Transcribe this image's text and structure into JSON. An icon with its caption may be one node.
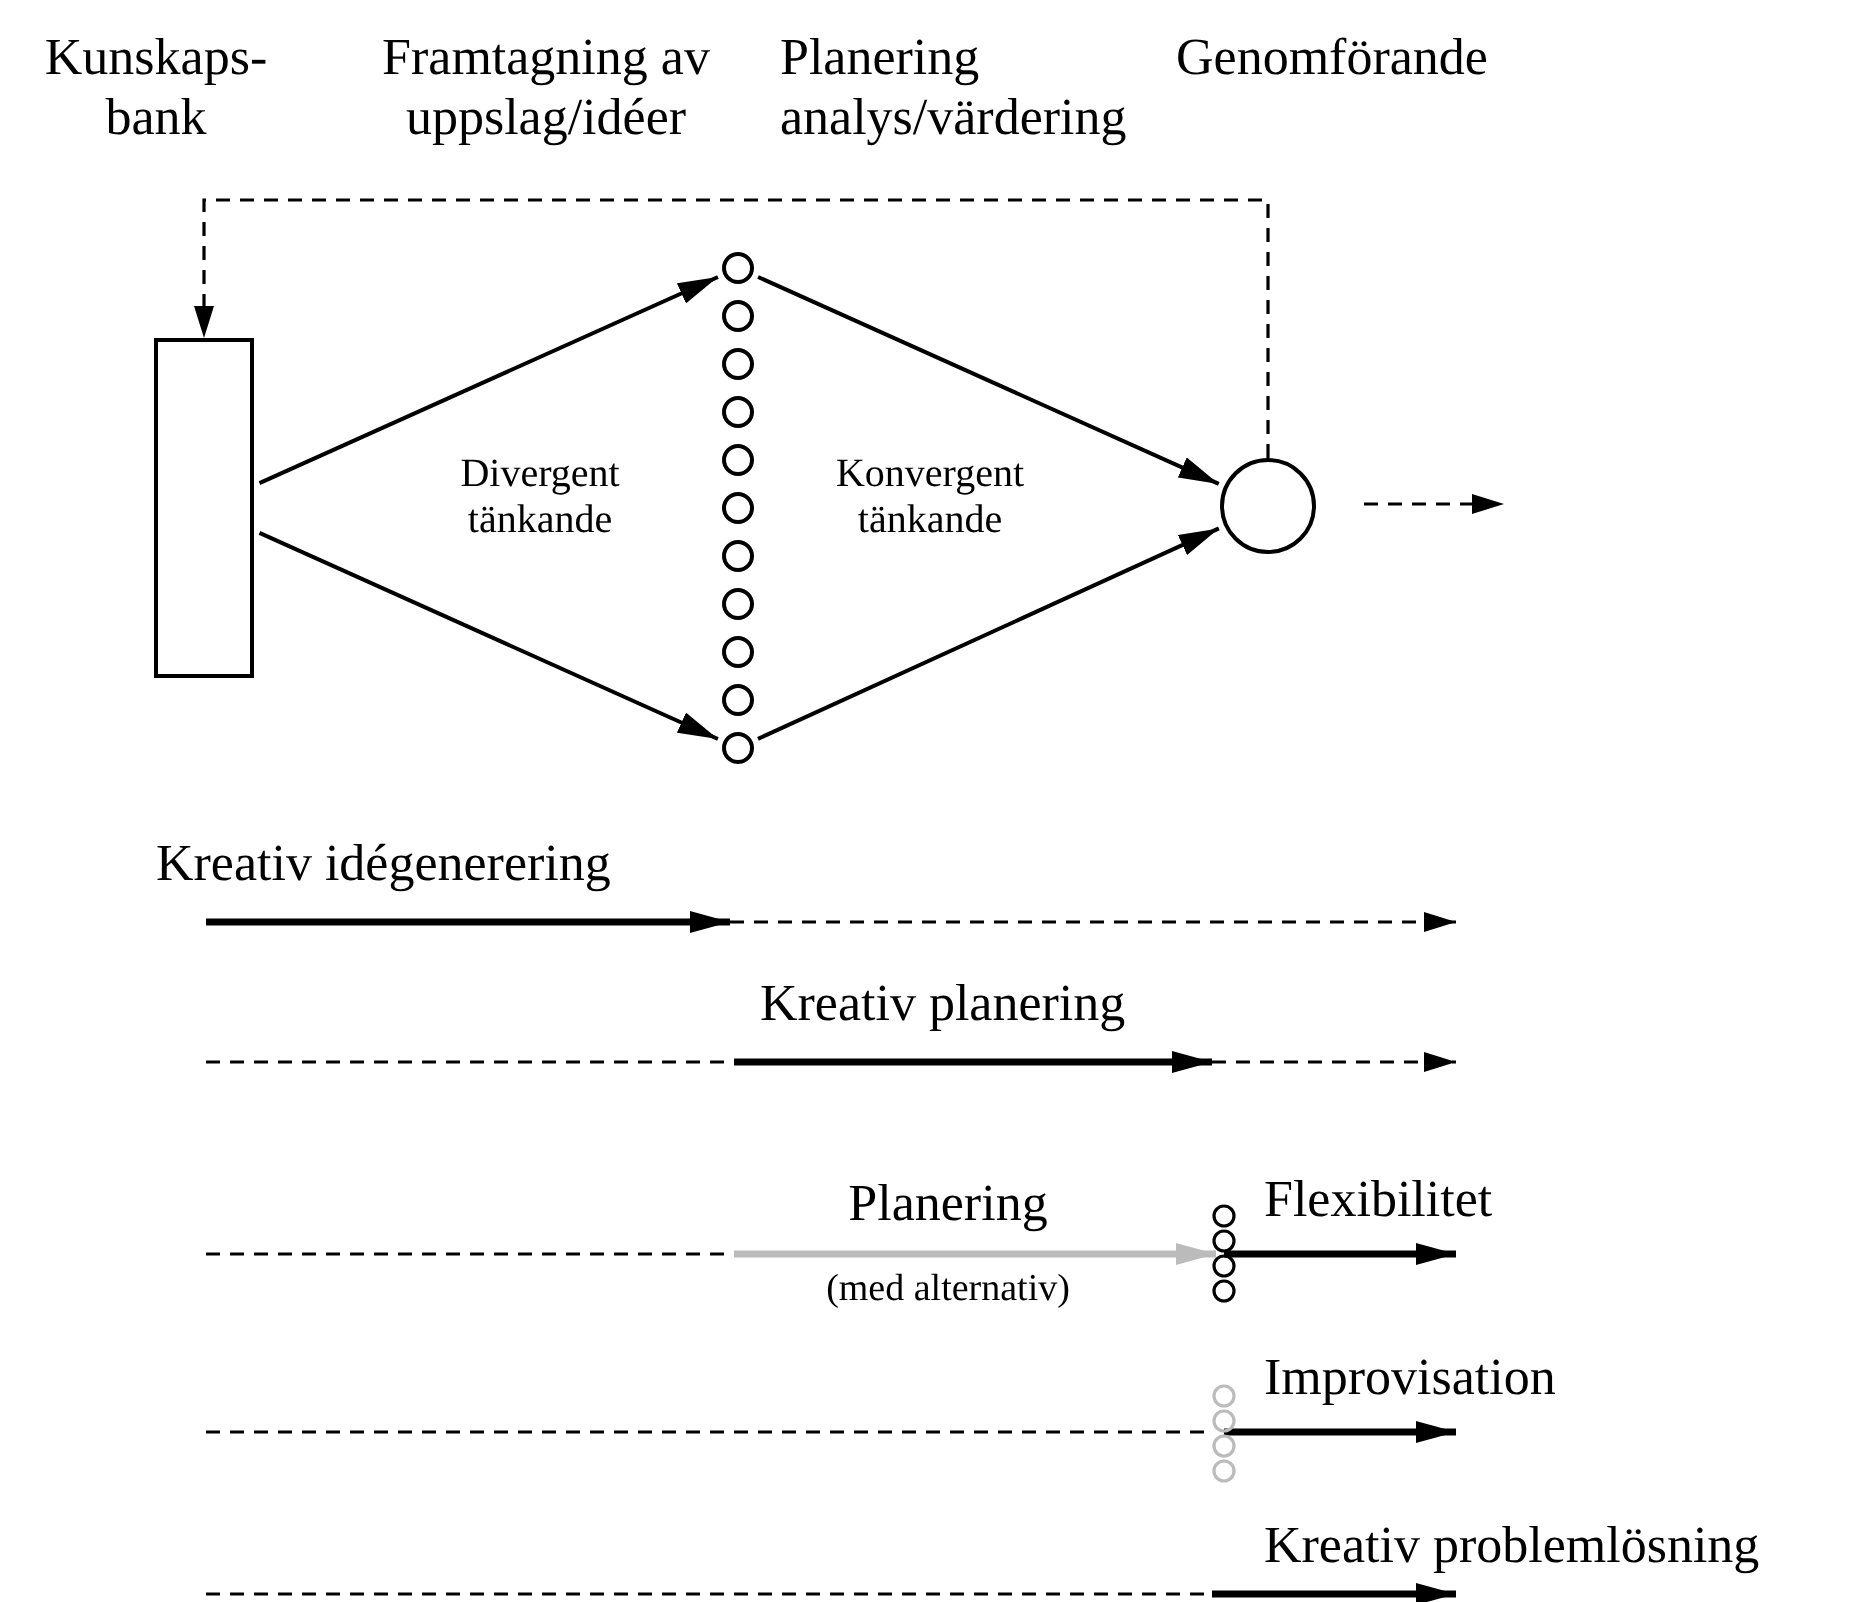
{
  "diagram": {
    "nodes": [
      {
        "text": [],
        "shape": "box"
      },
      {
        "text": [],
        "shape": "circle"
      },
      {
        "text": [],
        "shape": "circle"
      },
      {
        "text": [],
        "shape": "circle"
      },
      {
        "text": [],
        "shape": "circle"
      },
      {
        "text": [],
        "shape": "circle"
      },
      {
        "text": [],
        "shape": "circle"
      },
      {
        "text": [],
        "shape": "circle"
      },
      {
        "text": [],
        "shape": "circle"
      },
      {
        "text": [],
        "shape": "circle"
      },
      {
        "text": [],
        "shape": "circle"
      },
      {
        "text": [],
        "shape": "circle"
      },
      {
        "text": [],
        "shape": "circle"
      }
    ],
    "edges": [
      {
        "from": 0,
        "to": 1,
        "arrow": "to"
      },
      {
        "from": 0,
        "to": 11,
        "arrow": "to"
      },
      {
        "from": 1,
        "to": 12,
        "arrow": "to"
      },
      {
        "from": 11,
        "to": 12,
        "arrow": "to"
      },
      {
        "from": 12,
        "to": 0,
        "arrow": "to",
        "style": "dashed"
      }
    ],
    "labels": [
      "Kunskaps- bank",
      "Framtagning av uppslag/idéer",
      "Planering analys/värdering",
      "Genomförande",
      "Divergent tänkande",
      "Konvergent tänkande",
      "Kreativ idégenerering",
      "Kreativ planering",
      "Planering",
      "Flexibilitet",
      "(med alternativ)",
      "Improvisation",
      "Kreativ problemlösning"
    ]
  }
}
